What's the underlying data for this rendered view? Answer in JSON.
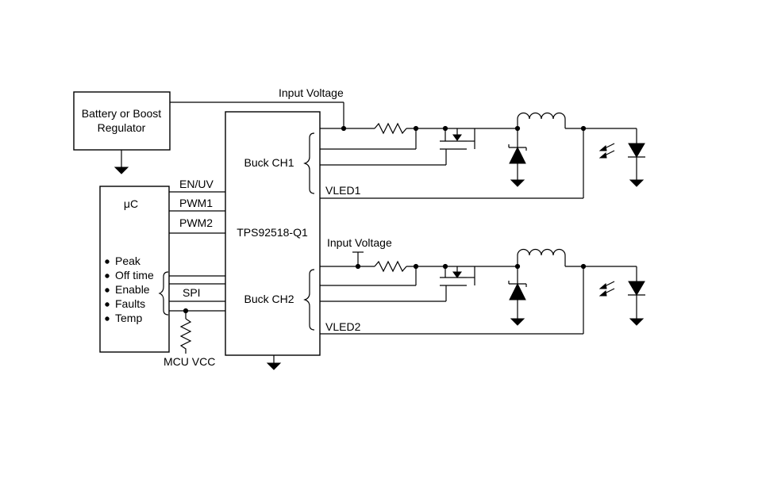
{
  "blocks": {
    "power_source": {
      "line1": "Battery or Boost",
      "line2": "Regulator"
    },
    "mcu": {
      "label": "μC",
      "items": [
        "Peak",
        "Off time",
        "Enable",
        "Faults",
        "Temp"
      ]
    },
    "driver_ic": {
      "label": "TPS92518-Q1",
      "channel1": "Buck CH1",
      "channel2": "Buck CH2"
    }
  },
  "signals": {
    "en_uv": "EN/UV",
    "pwm1": "PWM1",
    "pwm2": "PWM2",
    "spi": "SPI",
    "mcu_vcc": "MCU VCC",
    "input_voltage_1": "Input Voltage",
    "input_voltage_2": "Input Voltage",
    "vled1": "VLED1",
    "vled2": "VLED2"
  }
}
